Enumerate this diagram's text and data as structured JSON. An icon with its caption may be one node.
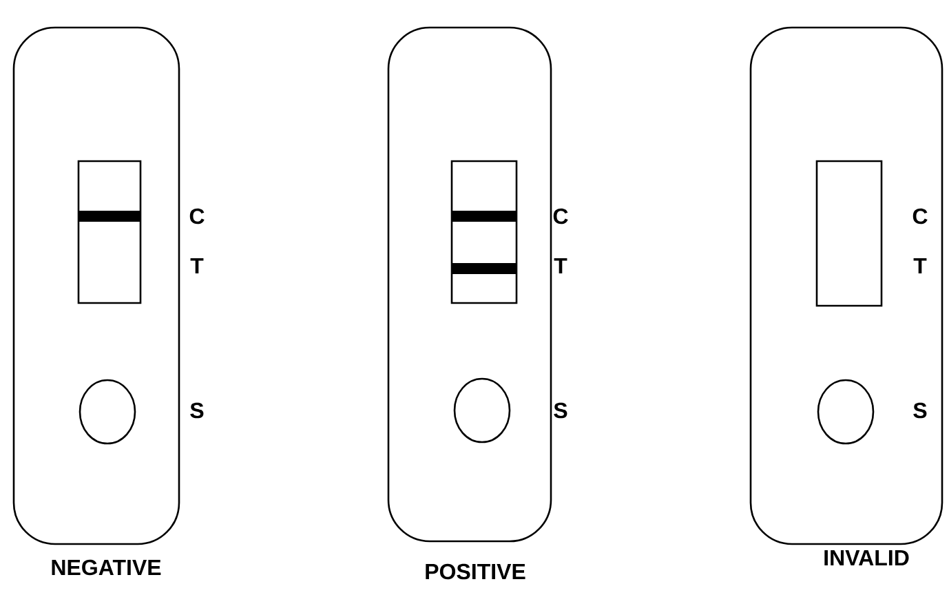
{
  "diagram": {
    "nodes": [
      {
        "text": [
          "C",
          "T",
          "S"
        ],
        "beside": [
          "NEGATIVE"
        ]
      },
      {
        "text": [],
        "shape": "box",
        "in": 0
      },
      {
        "text": [],
        "shape": "bar",
        "in": 1
      },
      {
        "text": [],
        "shape": "circle",
        "in": 0
      },
      {
        "text": [
          "C",
          "T",
          "S"
        ],
        "beside": [
          "POSITIVE"
        ]
      },
      {
        "text": [],
        "shape": "box",
        "in": 4
      },
      {
        "text": [],
        "shape": "bar",
        "in": 5
      },
      {
        "text": [],
        "shape": "bar",
        "in": 5
      },
      {
        "text": [],
        "shape": "circle",
        "in": 4
      },
      {
        "text": [
          "C",
          "T",
          "S"
        ],
        "beside": [
          "INVALID"
        ]
      },
      {
        "text": [],
        "shape": "box",
        "in": 9
      },
      {
        "text": [],
        "shape": "circle",
        "in": 9
      }
    ]
  }
}
